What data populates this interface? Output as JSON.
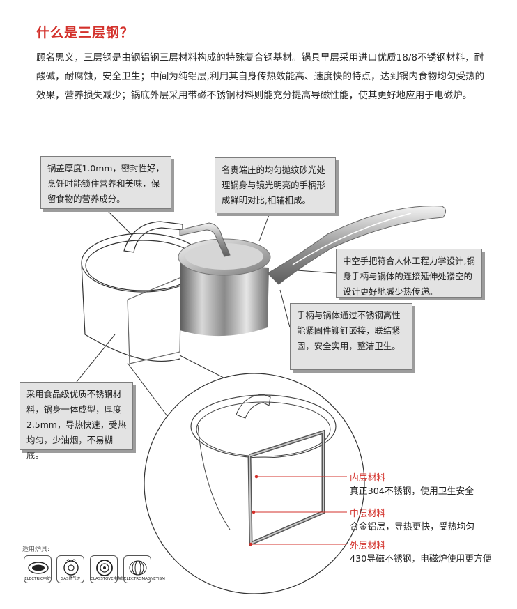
{
  "header": {
    "title": "什么是三层钢？",
    "intro": "顾名思义，三层钢是由钢铝钢三层材料构成的特殊复合钢基材。锅具里层采用进口优质18/8不锈钢材料，耐酸碱，耐腐蚀，安全卫生；中间为纯铝层,利用其自身传热效能高、速度快的特点，达到锅内食物均匀受热的效果，营养损失减少；锅底外层采用带磁不锈钢材料则能充分提高导磁性能，使其更好地应用于电磁炉。"
  },
  "callouts": {
    "lid": "锅盖厚度1.0mm，密封性好，烹饪时能锁住营养和美味，保留食物的营养成分。",
    "polish": "名贵端庄的均匀抛纹砂光处理锅身与镜光明亮的手柄形成鲜明对比,相辅相成。",
    "handle": "中空手把符合人体工程力学设计,锅身手柄与锅体的连接延伸处镂空的设计更好地减少热传递。",
    "rivet": "手柄与锅体通过不锈钢高性能紧固件铆钉嵌接，联结紧固，安全实用，整洁卫生。",
    "body": "采用食品级优质不锈钢材料，锅身一体成型，厚度2.5mm，导热快速，受热均匀，少油烟，不易糊底。"
  },
  "layers": [
    {
      "name": "内层材料",
      "desc": "真正304不锈钢，使用卫生安全"
    },
    {
      "name": "中层材料",
      "desc": "合金铝层，导热更快，受热均匀"
    },
    {
      "name": "外层材料",
      "desc": "430导磁不锈钢，电磁炉使用更方便"
    }
  ],
  "cooktops": {
    "label": "适用炉具:",
    "items": [
      {
        "icon": "electric-stove-icon",
        "caption": "ELECTRIC电炉"
      },
      {
        "icon": "gas-stove-icon",
        "caption": "GAS燃气炉"
      },
      {
        "icon": "ceramic-stove-icon",
        "caption": "CLASSTOVE电陶炉"
      },
      {
        "icon": "induction-stove-icon",
        "caption": "ELECTROMAGNETISM"
      }
    ]
  },
  "colors": {
    "accent": "#d3312b",
    "callout_bg": "#e3e3e3"
  }
}
